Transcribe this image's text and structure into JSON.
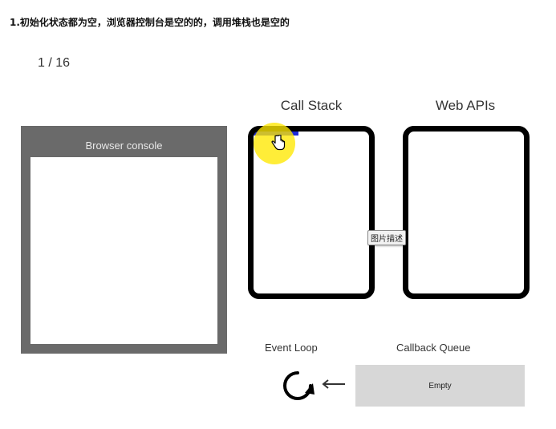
{
  "heading": "1.初始化状态都为空，浏览器控制台是空的的，调用堆栈也是空的",
  "slide_counter": "1 / 16",
  "console": {
    "title": "Browser console"
  },
  "call_stack": {
    "label": "Call Stack"
  },
  "web_apis": {
    "label": "Web APIs"
  },
  "tooltip": "图片描述",
  "event_loop": {
    "label": "Event Loop",
    "icon": "loop-icon"
  },
  "callback_queue": {
    "label": "Callback Queue",
    "content": "Empty"
  },
  "colors": {
    "console_frame": "#6a6a6a",
    "stack_bar": "#1e2ad8",
    "cursor_highlight": "#ffe800",
    "queue_bg": "#d7d7d7"
  }
}
